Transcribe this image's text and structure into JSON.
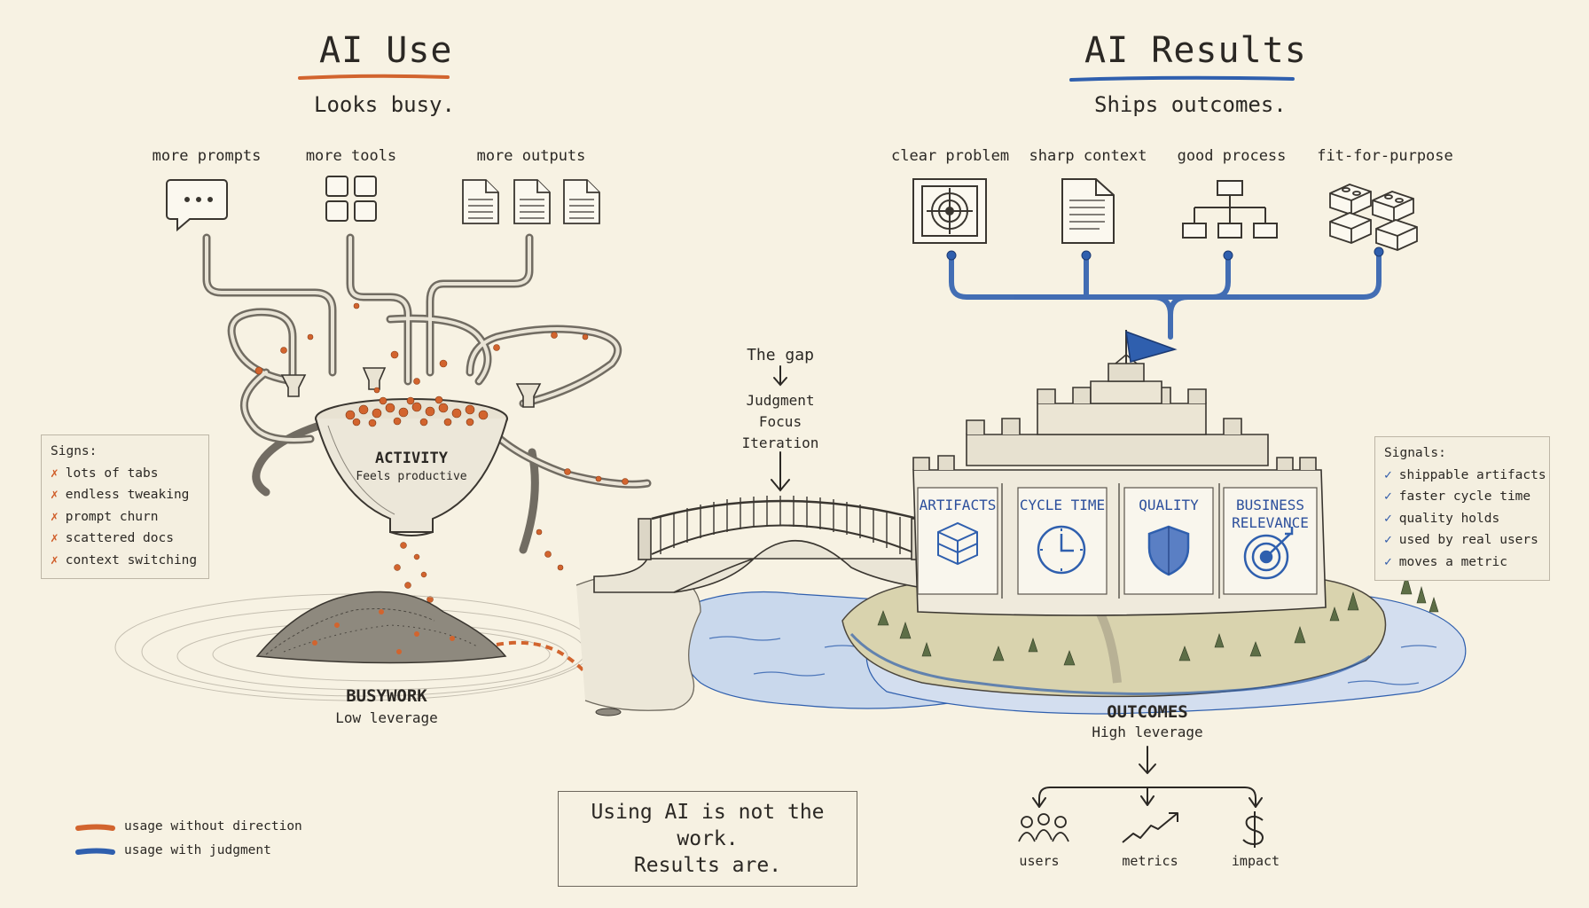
{
  "left": {
    "title": "AI Use",
    "subtitle": "Looks busy.",
    "inputs": [
      "more prompts",
      "more tools",
      "more outputs"
    ],
    "funnel_label": "ACTIVITY",
    "funnel_sub": "Feels productive",
    "result_label": "BUSYWORK",
    "result_sub": "Low leverage",
    "signs_title": "Signs:",
    "signs": [
      "lots of tabs",
      "endless tweaking",
      "prompt churn",
      "scattered docs",
      "context switching"
    ]
  },
  "right": {
    "title": "AI Results",
    "subtitle": "Ships outcomes.",
    "inputs": [
      "clear problem",
      "sharp context",
      "good process",
      "fit-for-purpose"
    ],
    "banners": [
      "ARTIFACTS",
      "CYCLE TIME",
      "QUALITY",
      "BUSINESS RELEVANCE"
    ],
    "result_label": "OUTCOMES",
    "result_sub": "High leverage",
    "signals_title": "Signals:",
    "signals": [
      "shippable artifacts",
      "faster cycle time",
      "quality holds",
      "used by real users",
      "moves a metric"
    ],
    "impacts": [
      "users",
      "metrics",
      "impact"
    ]
  },
  "gap": {
    "title": "The gap",
    "items": [
      "Judgment",
      "Focus",
      "Iteration"
    ]
  },
  "quote": {
    "line1": "Using AI is not the work.",
    "line2": "Results are."
  },
  "legend": {
    "items": [
      {
        "label": "usage without direction",
        "color": "#d2642e"
      },
      {
        "label": "usage with judgment",
        "color": "#2f5fae"
      }
    ]
  },
  "colors": {
    "orange": "#d2642e",
    "blue": "#2f5fae",
    "ink": "#2b2824",
    "paper": "#f7f2e3"
  }
}
